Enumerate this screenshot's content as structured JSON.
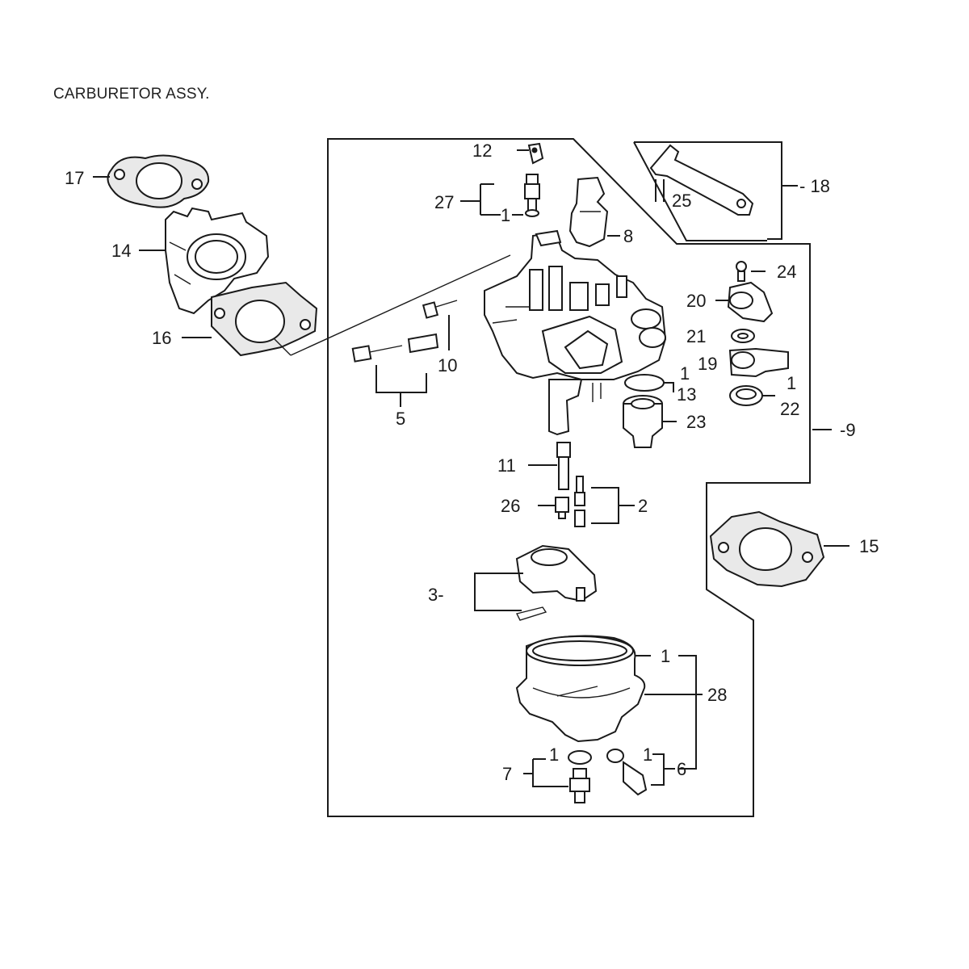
{
  "title": "CARBURETOR ASSY.",
  "callouts": {
    "c1_a": "1",
    "c1_b": "1",
    "c1_c": "1",
    "c1_d": "1",
    "c1_e": "1",
    "c1_f": "1",
    "c2": "2",
    "c3": "3-",
    "c5": "5",
    "c6": "6",
    "c7": "7",
    "c8": "8",
    "c9": "-9",
    "c10": "10",
    "c11": "11",
    "c12": "12",
    "c13": "13",
    "c14": "14",
    "c15": "15",
    "c16": "16",
    "c17": "17",
    "c18": "- 18",
    "c19": "19",
    "c20": "20",
    "c21": "21",
    "c22": "22",
    "c23": "23",
    "c24": "24",
    "c25": "25",
    "c26": "26",
    "c27": "27",
    "c28": "28"
  }
}
